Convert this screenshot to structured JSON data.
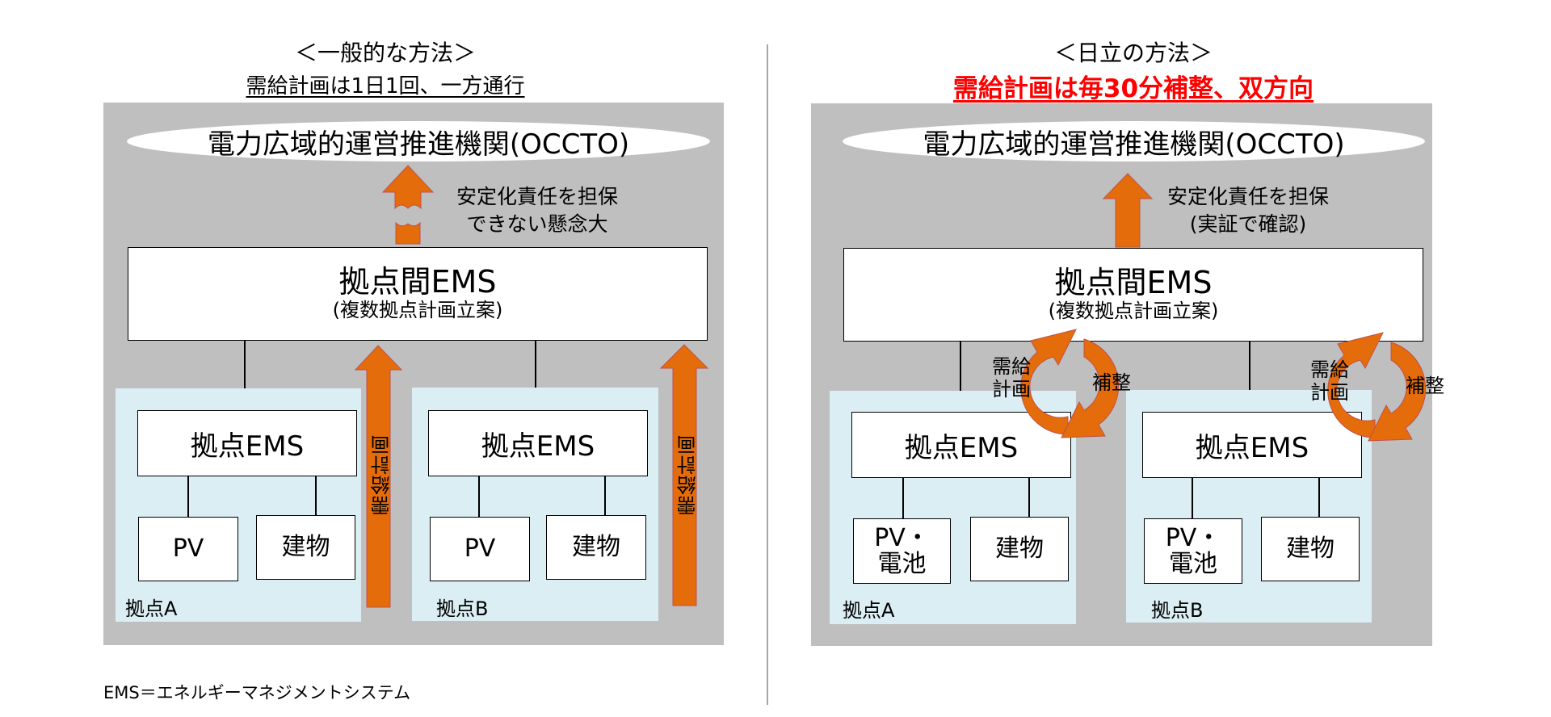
{
  "left": {
    "heading": "＜一般的な方法＞",
    "subheading": "需給計画は1日1回、一方通行",
    "occto": "電力広域的運営推進機関(OCCTO)",
    "top_note": [
      "安定化責任を担保",
      "できない懸念大"
    ],
    "inter_ems": {
      "title": "拠点間EMS",
      "subtitle": "(複数拠点計画立案)"
    },
    "sites": [
      {
        "label": "拠点A",
        "ems": "拠点EMS",
        "leaves": [
          "PV",
          "建物"
        ],
        "arrow_label": "需給計画"
      },
      {
        "label": "拠点B",
        "ems": "拠点EMS",
        "leaves": [
          "PV",
          "建物"
        ],
        "arrow_label": "需給計画"
      }
    ]
  },
  "right": {
    "heading": "＜日立の方法＞",
    "subheading": "需給計画は毎30分補整、双方向",
    "occto": "電力広域的運営推進機関(OCCTO)",
    "top_note": [
      "安定化責任を担保",
      "(実証で確認)"
    ],
    "inter_ems": {
      "title": "拠点間EMS",
      "subtitle": "(複数拠点計画立案)"
    },
    "sites": [
      {
        "label": "拠点A",
        "ems": "拠点EMS",
        "leaves": [
          "PV・\n電池",
          "建物"
        ],
        "up_label": "需給\n計画",
        "down_label": "補整"
      },
      {
        "label": "拠点B",
        "ems": "拠点EMS",
        "leaves": [
          "PV・\n電池",
          "建物"
        ],
        "up_label": "需給\n計画",
        "down_label": "補整"
      }
    ]
  },
  "footer": "EMS＝エネルギーマネジメントシステム",
  "colors": {
    "panel": "#BFBFBF",
    "site": "#DAEEF3",
    "arrow": "#E46C0A",
    "arrow_stroke": "#C0504D",
    "highlight": "#FF0000"
  }
}
